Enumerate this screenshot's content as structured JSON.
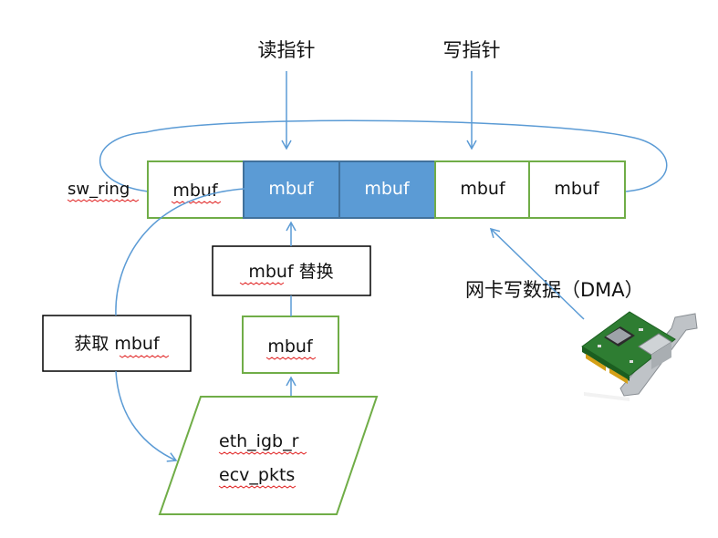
{
  "title_read": "读指针",
  "title_write": "写指针",
  "ring_label": "sw_ring",
  "ring_cells": [
    "mbuf",
    "mbuf",
    "mbuf",
    "mbuf",
    "mbuf"
  ],
  "replace_label": "mbuf 替换",
  "get_label": "获取 mbuf",
  "mbuf_box_label": "mbuf",
  "recv_func_line1": "eth_igb_r",
  "recv_func_line2": "ecv_pkts",
  "nic_write_label": "网卡写数据（DMA）",
  "colors": {
    "blue": "#5b9bd5",
    "green": "#70ad47",
    "black": "#000000",
    "arrow": "#5b9bd5"
  }
}
